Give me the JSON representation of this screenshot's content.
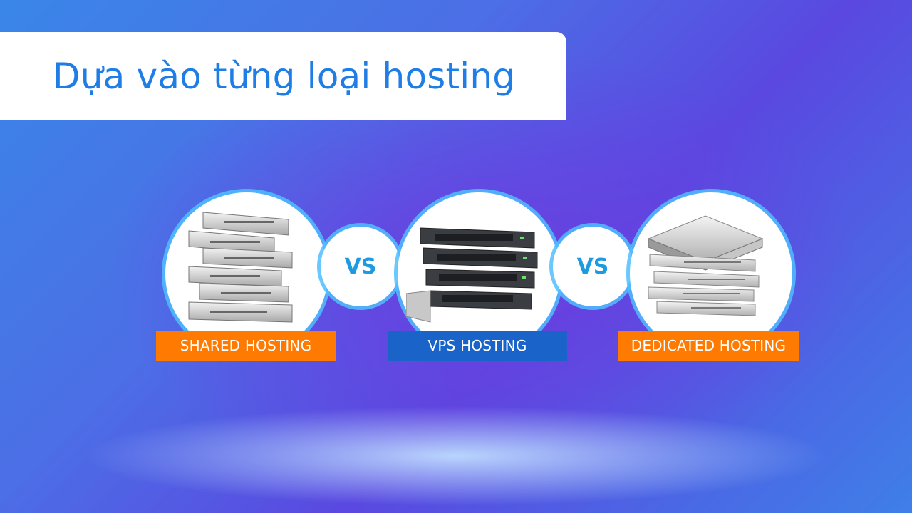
{
  "header": {
    "title": "Dựa vào từng loại hosting"
  },
  "comparison": {
    "vs_left": "VS",
    "vs_right": "VS",
    "items": [
      {
        "label": "SHARED HOSTING",
        "color": "#ff7a00"
      },
      {
        "label": "VPS HOSTING",
        "color": "#1a63c9"
      },
      {
        "label": "DEDICATED HOSTING",
        "color": "#ff7a00"
      }
    ]
  },
  "colors": {
    "accent_blue": "#1f7de6",
    "vs_blue": "#1e9be0",
    "ring": "#50beff"
  },
  "icons": [
    "server-stack-icon",
    "server-rack-icon",
    "server-pile-icon"
  ]
}
